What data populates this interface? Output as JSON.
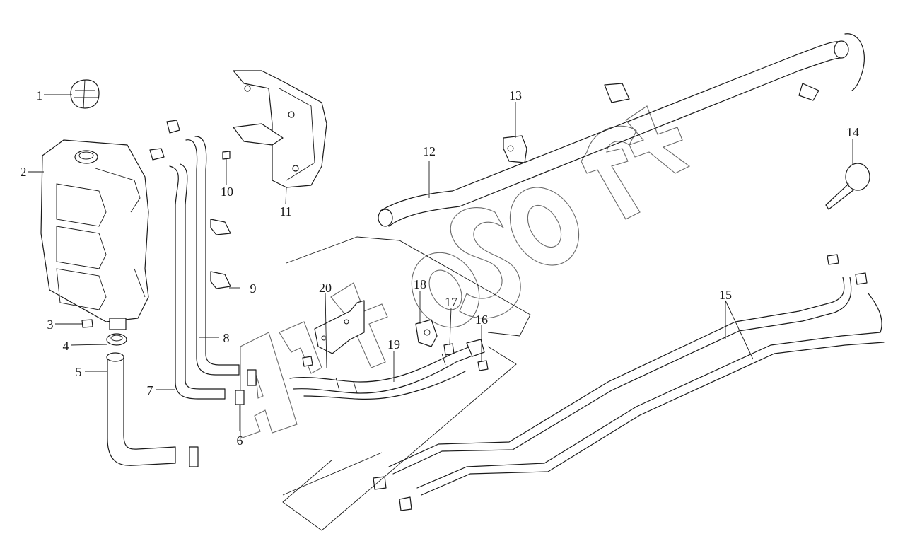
{
  "callouts": {
    "c1": "1",
    "c2": "2",
    "c3": "3",
    "c4": "4",
    "c5": "5",
    "c6": "6",
    "c7": "7",
    "c8": "8",
    "c9": "9",
    "c10": "10",
    "c11": "11",
    "c12": "12",
    "c13": "13",
    "c14": "14",
    "c15": "15",
    "c16": "16",
    "c17": "17",
    "c18": "18",
    "c19": "19",
    "c20": "20"
  },
  "watermark": {
    "text": "AutoSoft"
  },
  "colors": {
    "ink": "#1a1a1a",
    "background": "#ffffff",
    "watermark": "#6a6a6a"
  }
}
